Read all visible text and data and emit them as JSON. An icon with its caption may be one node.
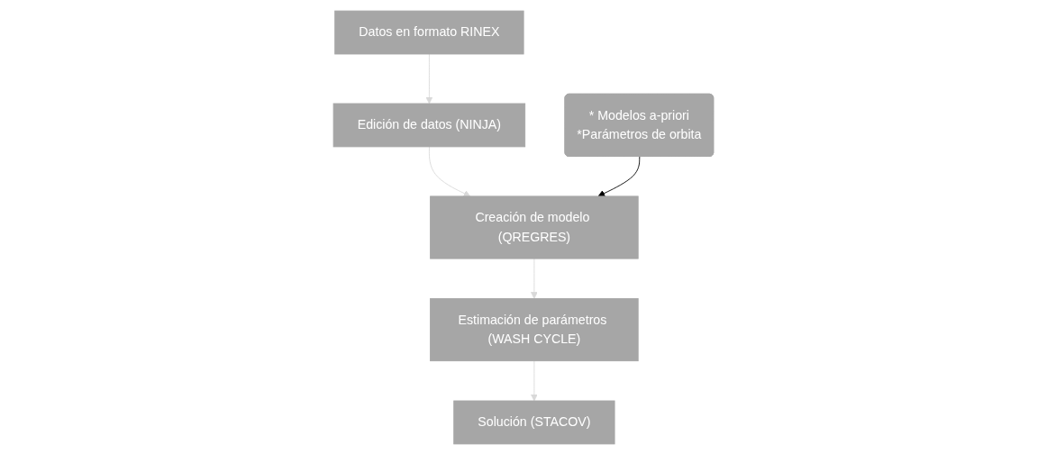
{
  "diagram": {
    "nodes": [
      {
        "text": [
          "Datos en formato RINEX"
        ]
      },
      {
        "text": [
          "Edición de datos (NINJA)"
        ]
      },
      {
        "text": [
          "Creación de modelo (QREGRES)"
        ]
      },
      {
        "text": [
          "Estimación de parámetros (WASH CYCLE)"
        ]
      },
      {
        "text": [
          "Solución (STACOV)"
        ]
      },
      {
        "text": [
          "* Modelos a-priori",
          "*Parámetros de orbita"
        ]
      }
    ],
    "edges": [
      {
        "from": 0,
        "to": 1,
        "arrow": "to",
        "color": "#d9d9d9"
      },
      {
        "from": 1,
        "to": 2,
        "arrow": "to",
        "color": "#d9d9d9"
      },
      {
        "from": 2,
        "to": 3,
        "arrow": "to",
        "color": "#d9d9d9"
      },
      {
        "from": 3,
        "to": 4,
        "arrow": "to",
        "color": "#d9d9d9"
      },
      {
        "from": 5,
        "to": 2,
        "arrow": "to",
        "color": "#000000"
      }
    ]
  }
}
